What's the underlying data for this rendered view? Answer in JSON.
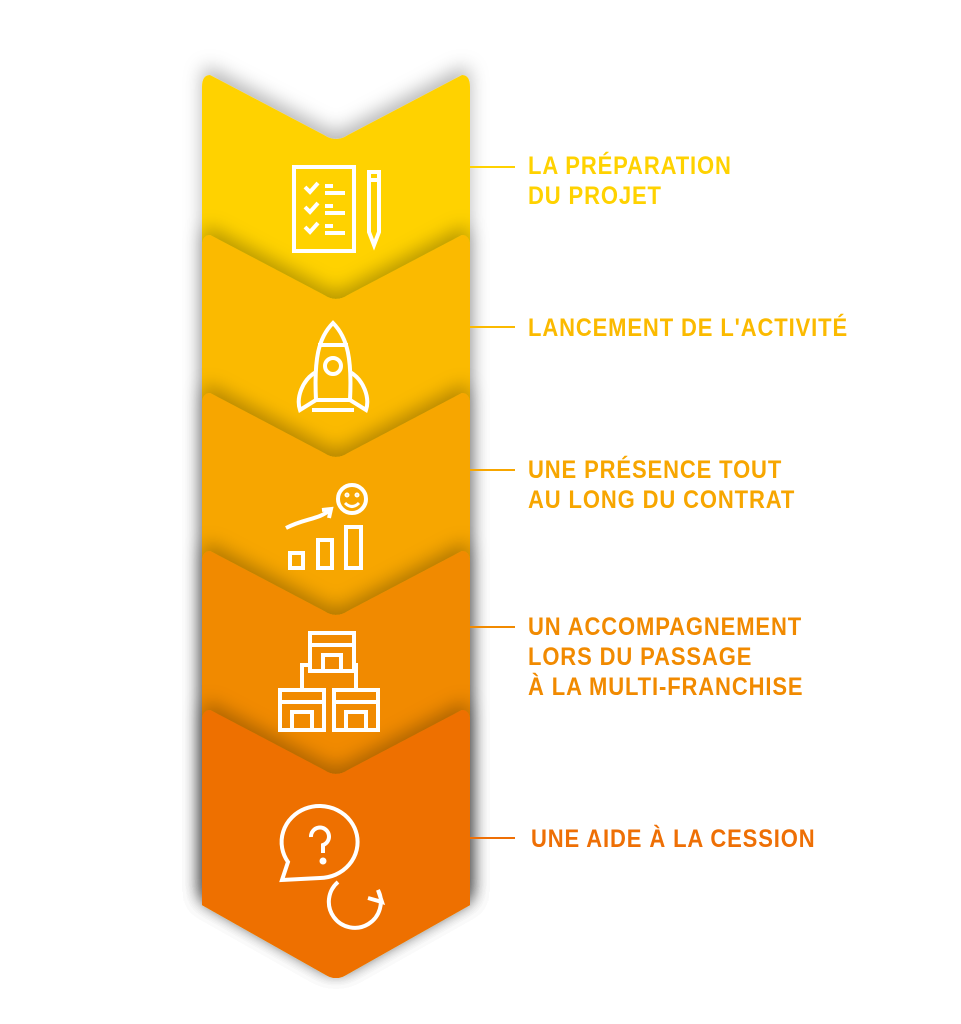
{
  "steps": [
    {
      "lines": [
        "LA PRÉPARATION",
        "DU PROJET"
      ],
      "color": "#FFD200",
      "icon": "checklist-pencil-icon"
    },
    {
      "lines": [
        "LANCEMENT DE L'ACTIVITÉ"
      ],
      "color": "#FBBA00",
      "icon": "rocket-icon"
    },
    {
      "lines": [
        "UNE PRÉSENCE TOUT",
        "AU LONG DU CONTRAT"
      ],
      "color": "#F7A600",
      "icon": "growth-chart-smiley-icon"
    },
    {
      "lines": [
        "UN ACCOMPAGNEMENT",
        "LORS DU PASSAGE",
        "À LA MULTI-FRANCHISE"
      ],
      "color": "#F18A00",
      "icon": "multi-store-icon"
    },
    {
      "lines": [
        "UNE AIDE À LA CESSION"
      ],
      "color": "#EE6F05",
      "icon": "question-chat-bubbles-icon"
    }
  ]
}
